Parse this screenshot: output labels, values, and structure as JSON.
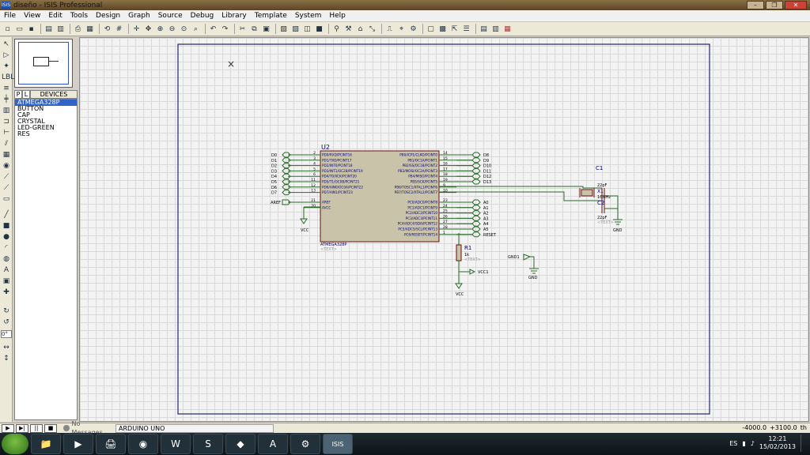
{
  "window": {
    "title": "diseño - ISIS Professional",
    "icon_label": "ISIS"
  },
  "menu": [
    "File",
    "View",
    "Edit",
    "Tools",
    "Design",
    "Graph",
    "Source",
    "Debug",
    "Library",
    "Template",
    "System",
    "Help"
  ],
  "device_panel": {
    "tabs": [
      "P",
      "L",
      "DEVICES"
    ],
    "items": [
      "ATMEGA328P",
      "BUTTON",
      "CAP",
      "CRYSTAL",
      "LED-GREEN",
      "RES"
    ],
    "selected": "ATMEGA328P"
  },
  "rotation_field": "0°",
  "schematic": {
    "chip_ref": "U2",
    "chip_part": "ATMEGA328P",
    "text_placeholder": "<TEXT>",
    "left_pins": [
      {
        "num": "2",
        "name": "PD0/RXD/PCINT16",
        "net": "D0"
      },
      {
        "num": "3",
        "name": "PD1/TXD/PCINT17",
        "net": "D1"
      },
      {
        "num": "4",
        "name": "PD2/INT0/PCINT18",
        "net": "D2"
      },
      {
        "num": "5",
        "name": "PD3/INT1/OC2B/PCINT19",
        "net": "D3"
      },
      {
        "num": "6",
        "name": "PD4/T0/XCK/PCINT20",
        "net": "D4"
      },
      {
        "num": "11",
        "name": "PD5/T1/OC0B/PCINT21",
        "net": "D5"
      },
      {
        "num": "12",
        "name": "PD6/AIN0/OC0A/PCINT22",
        "net": "D6"
      },
      {
        "num": "13",
        "name": "PD7/AIN1/PCINT23",
        "net": "D7"
      }
    ],
    "left_pins_2": [
      {
        "num": "21",
        "name": "AREF",
        "net": "AREF"
      },
      {
        "num": "20",
        "name": "AVCC",
        "net": ""
      }
    ],
    "right_pins": [
      {
        "num": "14",
        "name": "PB0/ICP1/CLKO/PCINT0",
        "net": "D8"
      },
      {
        "num": "15",
        "name": "PB1/OC1A/PCINT1",
        "net": "D9"
      },
      {
        "num": "16",
        "name": "PB2/SS/OC1B/PCINT2",
        "net": "D10"
      },
      {
        "num": "17",
        "name": "PB3/MOSI/OC2A/PCINT3",
        "net": "D11"
      },
      {
        "num": "18",
        "name": "PB4/MISO/PCINT4",
        "net": "D12"
      },
      {
        "num": "19",
        "name": "PB5/SCK/PCINT5",
        "net": "D13"
      },
      {
        "num": "9",
        "name": "PB6/TOSC1/XTAL1/PCINT6",
        "net": ""
      },
      {
        "num": "10",
        "name": "PB7/TOSC2/XTAL2/PCINT7",
        "net": ""
      }
    ],
    "right_pins_2": [
      {
        "num": "23",
        "name": "PC0/ADC0/PCINT8",
        "net": "A0"
      },
      {
        "num": "24",
        "name": "PC1/ADC1/PCINT9",
        "net": "A1"
      },
      {
        "num": "25",
        "name": "PC2/ADC2/PCINT10",
        "net": "A2"
      },
      {
        "num": "26",
        "name": "PC3/ADC3/PCINT11",
        "net": "A3"
      },
      {
        "num": "27",
        "name": "PC4/ADC4/SDA/PCINT12",
        "net": "A4"
      },
      {
        "num": "28",
        "name": "PC5/ADC5/SCL/PCINT13",
        "net": "A5"
      },
      {
        "num": "1",
        "name": "PC6/RESET/PCINT14",
        "net": "RESET"
      }
    ],
    "vcc_label": "VCC",
    "r1": {
      "ref": "R1",
      "value": "1k",
      "net": "VCC1",
      "supply": "VCC"
    },
    "gnd_port": {
      "net": "GND1",
      "ground": "GND"
    },
    "c1": {
      "ref": "C1",
      "value": "22pF"
    },
    "c2": {
      "ref": "C2",
      "value": "22pF"
    },
    "x1": {
      "ref": "X1",
      "value": "16MHz"
    },
    "crystal_ground": "GND",
    "cursor": "×"
  },
  "status": {
    "sim_buttons": [
      "▶",
      "▶|",
      "||",
      "■"
    ],
    "messages": "No Messages",
    "sheet": "ARDUINO UNO",
    "coord_x": "-4000.0",
    "coord_y": "+3100.0",
    "coord_unit": "th"
  },
  "taskbar": {
    "lang": "ES",
    "time": "12:21",
    "date": "15/02/2013",
    "apps": [
      "📁",
      "▶",
      "🖨",
      "◉",
      "W",
      "S",
      "◆",
      "A",
      "⚙",
      "ISIS"
    ]
  }
}
